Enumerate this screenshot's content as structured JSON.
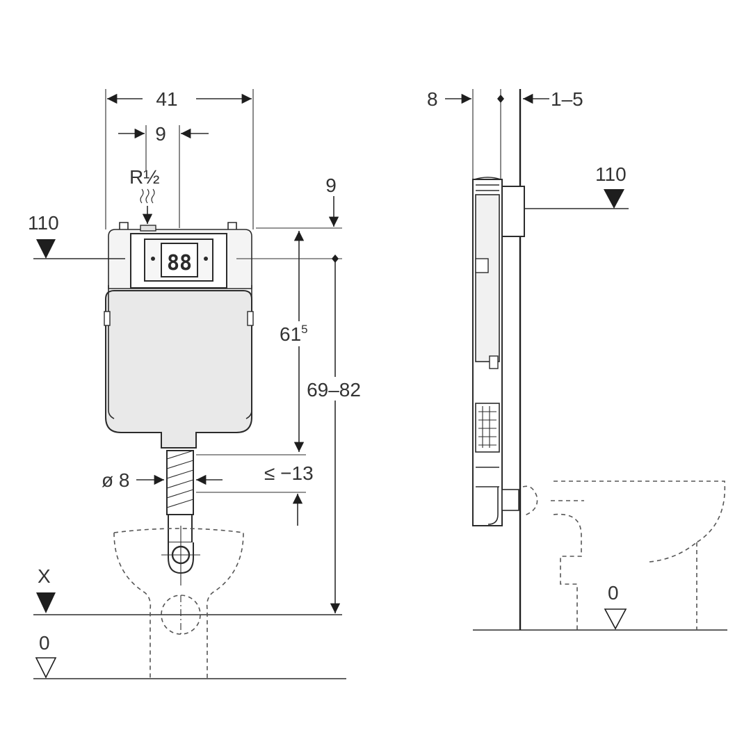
{
  "front_view": {
    "width": "41",
    "inlet_offset": "9",
    "inlet_thread": "R½",
    "top_offset": "9",
    "height_main": "61",
    "height_main_sup": "5",
    "height_range": "69–82",
    "pipe_diameter": "ø 8",
    "pipe_offset": "≤ −13",
    "level_110": "110",
    "level_x": "X",
    "level_0": "0"
  },
  "side_view": {
    "depth_left": "8",
    "depth_right": "1–5",
    "level_110": "110",
    "level_0": "0"
  },
  "colors": {
    "line": "#2b2b2b",
    "text": "#333333",
    "fill_gray": "#e9e9e9"
  }
}
